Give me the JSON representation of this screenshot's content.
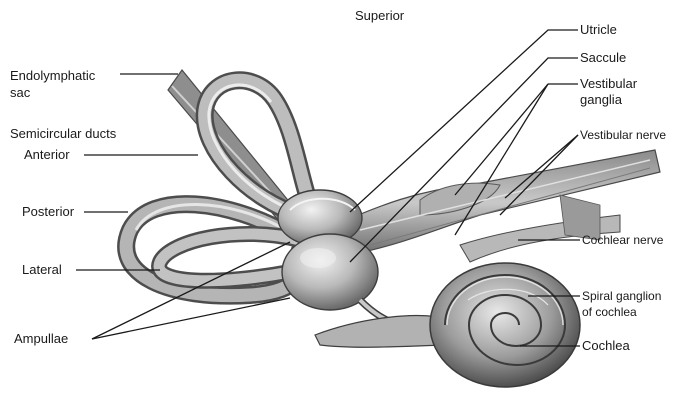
{
  "labels": {
    "superior": "Superior",
    "endolymphatic_sac_line1": "Endolymphatic",
    "endolymphatic_sac_line2": "sac",
    "semicircular_ducts": "Semicircular ducts",
    "anterior": "Anterior",
    "posterior": "Posterior",
    "lateral": "Lateral",
    "ampullae": "Ampullae",
    "utricle": "Utricle",
    "saccule": "Saccule",
    "vestibular_ganglia_line1": "Vestibular",
    "vestibular_ganglia_line2": "ganglia",
    "vestibular_nerve": "Vestibular nerve",
    "cochlear_nerve": "Cochlear nerve",
    "spiral_ganglion_line1": "Spiral ganglion",
    "spiral_ganglion_line2": "of cochlea",
    "cochlea": "Cochlea"
  },
  "colors": {
    "ink": "#1a1a1a",
    "tissue_light": "#d8d8d8",
    "tissue_mid": "#a8a8a8",
    "tissue_dark": "#5a5a5a"
  }
}
